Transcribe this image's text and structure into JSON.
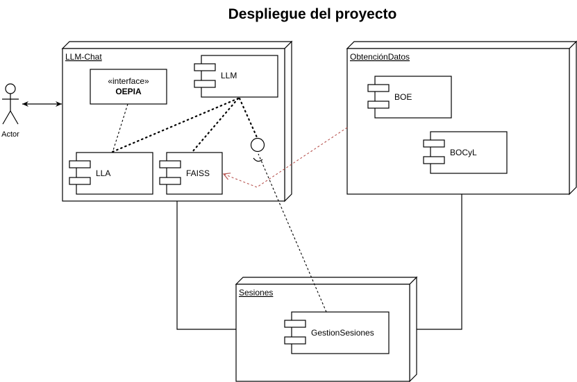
{
  "title": "Despliegue del proyecto",
  "actor": {
    "label": "Actor"
  },
  "nodes": {
    "llm_chat": "LLM-Chat",
    "obtencion": "ObtenciónDatos",
    "sesiones": "Sesiones"
  },
  "components": {
    "llm": "LLM",
    "lla": "LLA",
    "faiss": "FAISS",
    "boe": "BOE",
    "bocyl": "BOCyL",
    "gestion": "GestionSesiones"
  },
  "interface": {
    "stereotype": "«interface»",
    "name": "OEPIA"
  },
  "colors": {
    "line": "#000000",
    "dependency_red": "#b85450"
  }
}
